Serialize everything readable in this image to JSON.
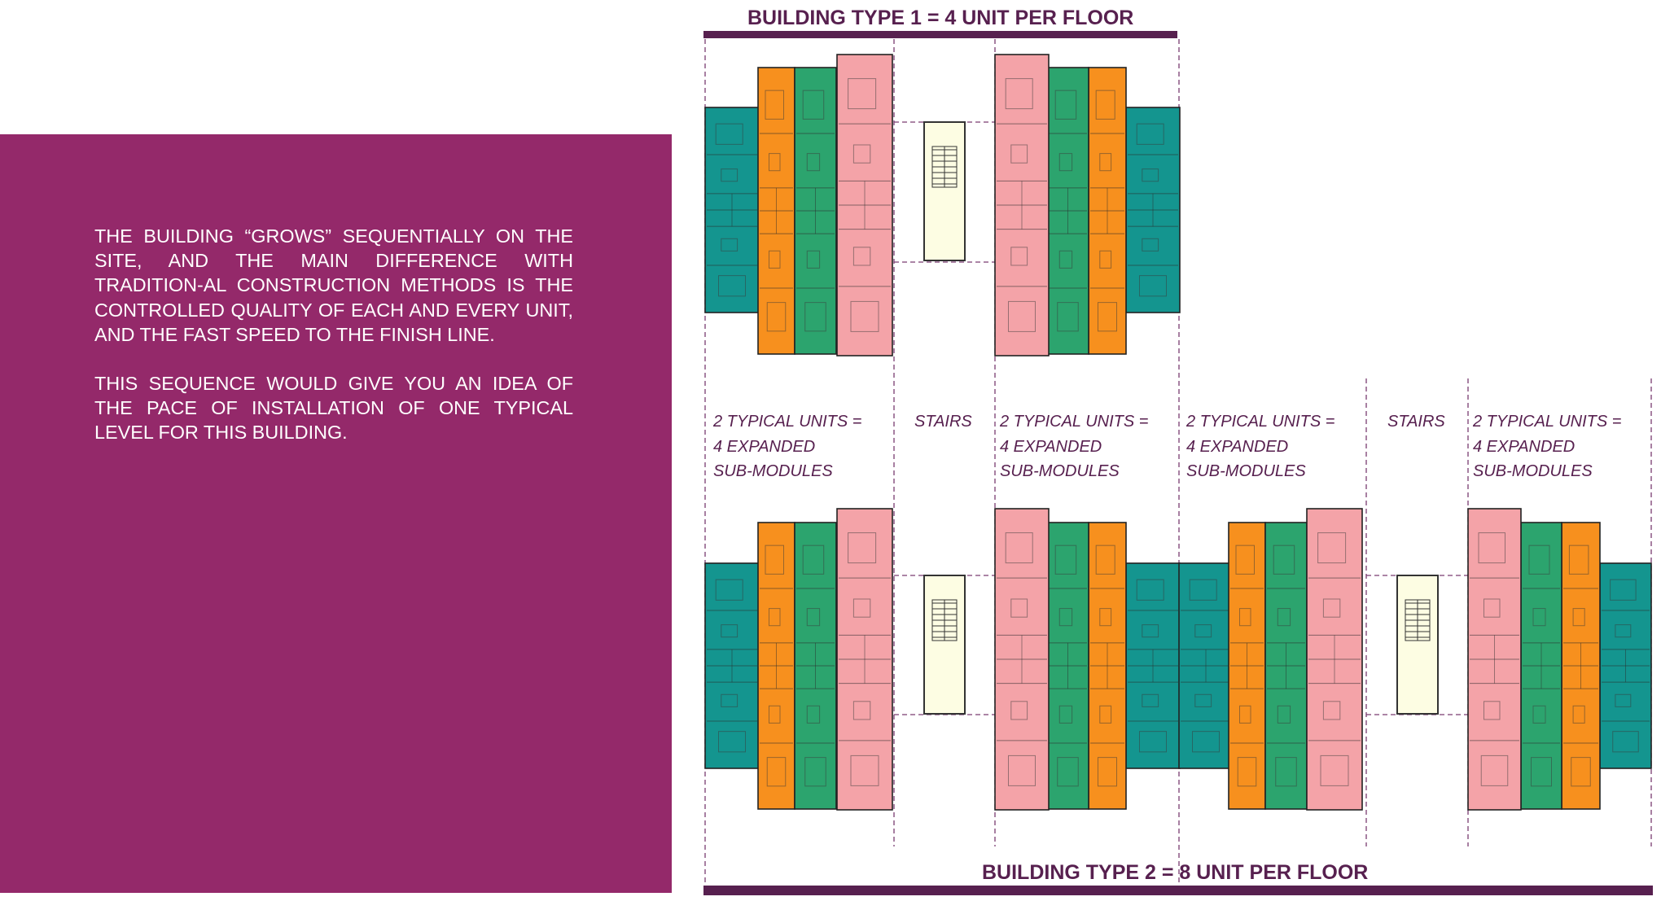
{
  "colors": {
    "panel": "#94296a",
    "heading": "#57204f",
    "teal": "#14958f",
    "orange": "#f7901e",
    "green": "#2ca46e",
    "pink": "#f4a3a8",
    "stair": "#fdfde3"
  },
  "text": {
    "paragraph_1": "THE BUILDING “GROWS” SEQUENTIALLY ON THE SITE, AND THE MAIN DIFFERENCE WITH TRADITION-AL CONSTRUCTION METHODS IS THE CONTROLLED QUALITY OF EACH AND EVERY UNIT, AND THE FAST SPEED TO THE FINISH LINE.",
    "paragraph_2": "THIS SEQUENCE WOULD GIVE YOU AN IDEA OF THE PACE OF INSTALLATION OF ONE TYPICAL LEVEL FOR THIS BUILDING."
  },
  "diagram": {
    "title_type_1": "BUILDING TYPE 1 = 4 UNIT PER FLOOR",
    "title_type_2": "BUILDING TYPE 2 = 8 UNIT PER FLOOR",
    "labels": [
      {
        "line_1": "2 TYPICAL UNITS =",
        "line_2": "4 EXPANDED",
        "line_3": "SUB-MODULES"
      },
      {
        "line_1": "STAIRS"
      },
      {
        "line_1": "2 TYPICAL UNITS =",
        "line_2": "4 EXPANDED",
        "line_3": "SUB-MODULES"
      },
      {
        "line_1": "2 TYPICAL UNITS =",
        "line_2": "4 EXPANDED",
        "line_3": "SUB-MODULES"
      },
      {
        "line_1": "STAIRS"
      },
      {
        "line_1": "2 TYPICAL UNITS =",
        "line_2": "4 EXPANDED",
        "line_3": "SUB-MODULES"
      }
    ]
  }
}
